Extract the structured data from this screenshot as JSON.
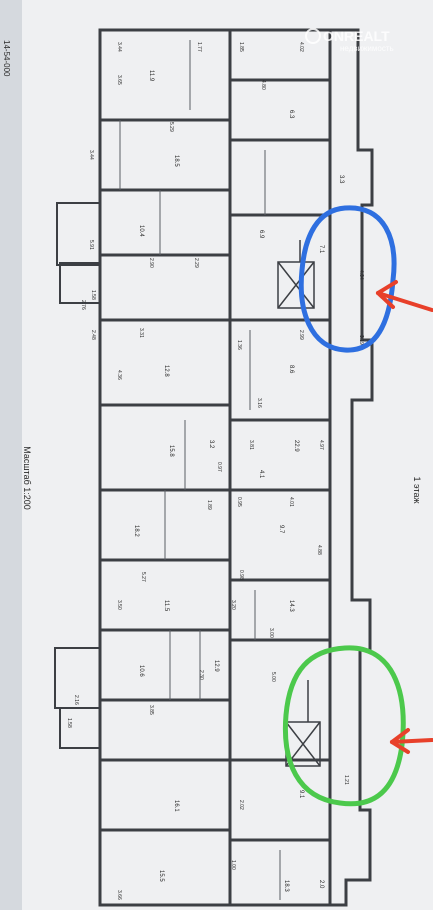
{
  "watermark": {
    "brand": "ONREALT",
    "subtitle": "недвижимость"
  },
  "floor_label": "1 этаж",
  "scale_label": "Масштаб 1:200",
  "edge_label": "14-54-000",
  "annotation_colors": {
    "blue": "#2e6fe0",
    "green": "#4cc94c",
    "red": "#e8402a"
  },
  "areas": [
    "11.9",
    "18.5",
    "6.3",
    "10.4",
    "7.1",
    "3.3",
    "12.8",
    "8.6",
    "15.8",
    "22.9",
    "9.7",
    "18.2",
    "11.5",
    "14.3",
    "10.6",
    "12.9",
    "16.1",
    "9.1",
    "15.5",
    "3.2",
    "4.1",
    "6.9",
    "18.3",
    "2.0"
  ],
  "dims": [
    "3.44",
    "1.77",
    "1.85",
    "4.02",
    "3.65",
    "5.29",
    "4.80",
    "3.44",
    "5.91",
    "2.90",
    "2.29",
    "1.58",
    "2.76",
    "2.48",
    "3.31",
    "4.36",
    "5.27",
    "3.50",
    "3.85",
    "3.16",
    "1.36",
    "2.30",
    "4.97",
    "4.84",
    "2.99",
    "3.19",
    "2.16",
    "1.89",
    "0.95",
    "0.97",
    "4.01",
    "3.81",
    "4.88",
    "1.21",
    "1.58",
    "2.02",
    "3.66",
    "3.00",
    "3.20",
    "5.00",
    "0.98",
    "1.00"
  ]
}
